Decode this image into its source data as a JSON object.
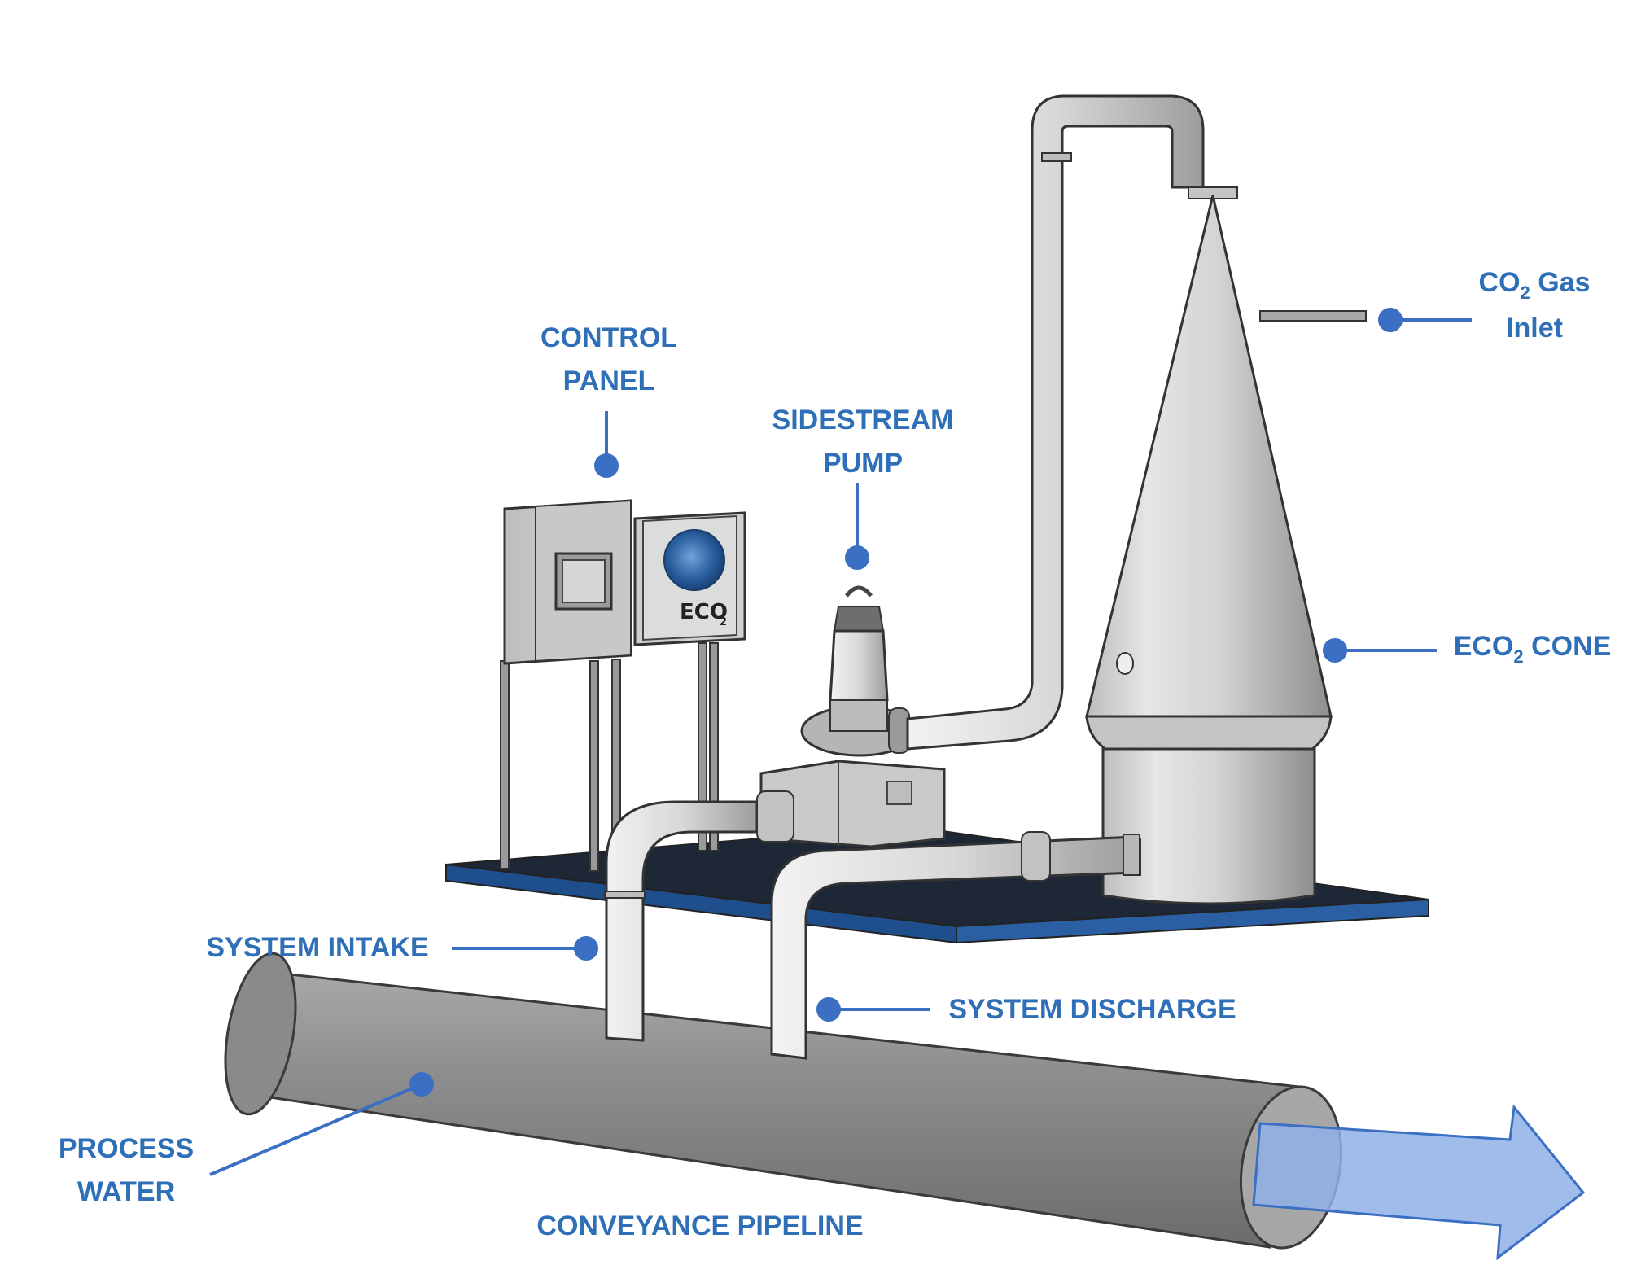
{
  "labels": {
    "control_panel": [
      "CONTROL",
      "PANEL"
    ],
    "sidestream_pump": [
      "SIDESTREAM",
      "PUMP"
    ],
    "co2_gas_inlet": {
      "line1_pre": "CO",
      "line1_sub": "2",
      "line1_post": " Gas",
      "line2": "Inlet"
    },
    "eco2_cone": {
      "pre": "ECO",
      "sub": "2",
      "post": " CONE"
    },
    "system_intake": "SYSTEM INTAKE",
    "system_discharge": "SYSTEM DISCHARGE",
    "process_water": [
      "PROCESS",
      "WATER"
    ],
    "conveyance_pipeline": "CONVEYANCE PIPELINE"
  },
  "logo": {
    "text": "ECO",
    "sub": "2"
  },
  "colors": {
    "label_blue": "#2e6fb7",
    "leader_blue": "#3a6fc4",
    "skid_blue": "#1f4e8c",
    "pipeline_gray": "#8f8f8f",
    "flow_arrow": "#8fb0e6"
  }
}
